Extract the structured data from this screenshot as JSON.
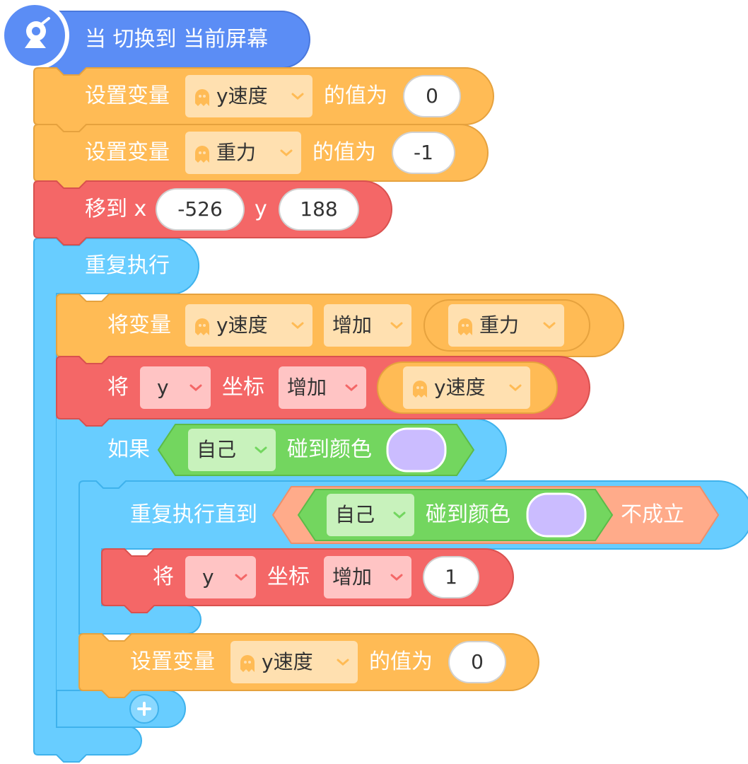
{
  "colors": {
    "event": "#5b8df5",
    "variables": "#ffbb55",
    "variables_dark": "#e6a23e",
    "variable_dropdown": "#ffe0b0",
    "motion": "#f46767",
    "motion_dark": "#d9514f",
    "motion_dropdown": "#ffc4c4",
    "control": "#68cdff",
    "control_dark": "#3fb2ec",
    "sensing": "#73d65f",
    "sensing_dark": "#5cbb48",
    "sensing_dropdown": "#c8f2bc",
    "operator": "#ffab8a",
    "operator_dark": "#ee8f6a",
    "color_swatch": "#cbbcff"
  },
  "hat": {
    "label": "当 切换到 当前屏幕",
    "icon": "satellite-icon"
  },
  "set_y_speed": {
    "prefix": "设置变量",
    "variable": "y速度",
    "middle": "的值为",
    "value": "0"
  },
  "set_gravity": {
    "prefix": "设置变量",
    "variable": "重力",
    "middle": "的值为",
    "value": "-1"
  },
  "move_to": {
    "prefix": "移到 x",
    "x": "-526",
    "y_label": "y",
    "y": "188"
  },
  "forever": {
    "label": "重复执行"
  },
  "change_var": {
    "prefix": "将变量",
    "variable": "y速度",
    "operation": "增加",
    "reporter": "重力"
  },
  "change_y1": {
    "prefix": "将",
    "axis": "y",
    "coord": "坐标",
    "operation": "增加",
    "reporter": "y速度"
  },
  "if_block": {
    "label": "如果",
    "target": "自己",
    "touching": "碰到颜色"
  },
  "repeat_until": {
    "label": "重复执行直到",
    "target": "自己",
    "touching": "碰到颜色",
    "not_true": "不成立"
  },
  "change_y2": {
    "prefix": "将",
    "axis": "y",
    "coord": "坐标",
    "operation": "增加",
    "value": "1"
  },
  "set_y_speed2": {
    "prefix": "设置变量",
    "variable": "y速度",
    "middle": "的值为",
    "value": "0"
  },
  "add_button": {
    "icon": "plus-icon"
  }
}
